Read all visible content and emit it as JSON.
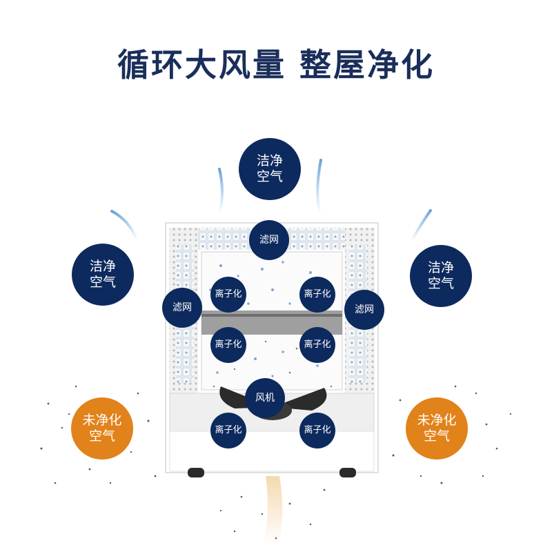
{
  "headline": "循环大风量 整屋净化",
  "badges": {
    "top_clean": [
      "洁净",
      "空气"
    ],
    "left_clean": [
      "洁净",
      "空气"
    ],
    "right_clean": [
      "洁净",
      "空气"
    ],
    "left_dirty": [
      "未净化",
      "空气"
    ],
    "right_dirty": [
      "未净化",
      "空气"
    ],
    "filter": "滤网",
    "ionize": "离子化",
    "fan": "风机"
  },
  "colors": {
    "clean_badge": "#0d2a5e",
    "dirty_badge": "#e2821a",
    "title": "#1a2e5a"
  }
}
